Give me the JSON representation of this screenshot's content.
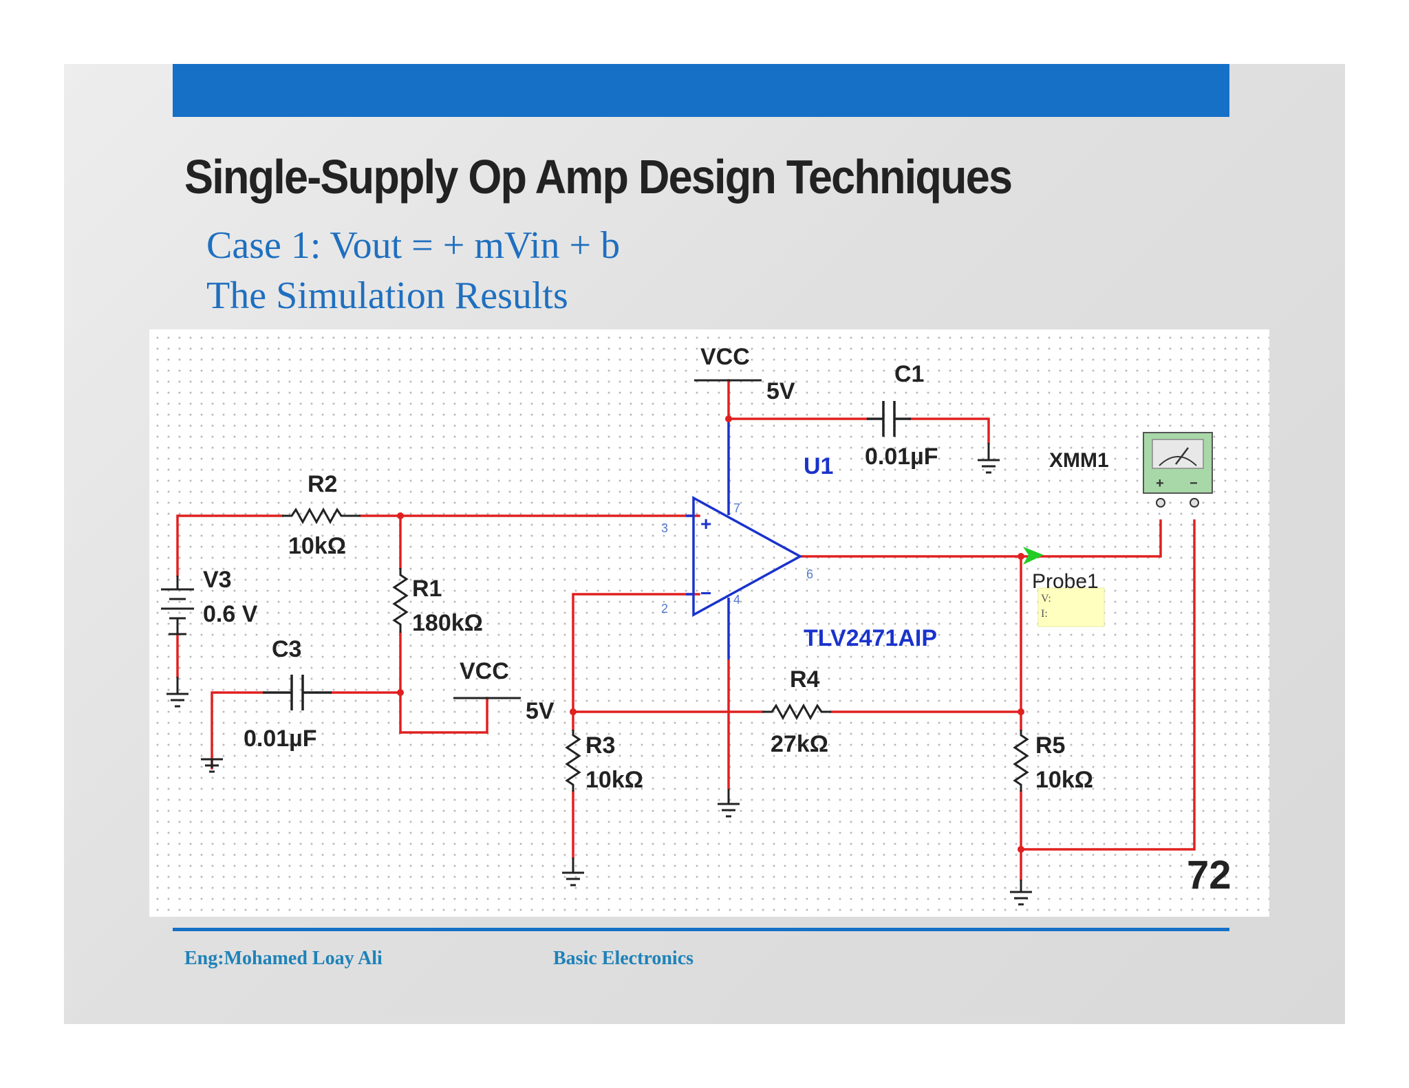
{
  "slide": {
    "title": "Single-Supply Op Amp Design Techniques",
    "subtitle_line1": "Case 1: Vout = + mVin + b",
    "subtitle_line2": "The Simulation Results",
    "page_number": "72"
  },
  "footer": {
    "author": "Eng:Mohamed Loay Ali",
    "course": "Basic Electronics"
  },
  "schematic": {
    "labels": {
      "vcc_top": "VCC",
      "vcc_top_value": "5V",
      "c1_name": "C1",
      "c1_value": "0.01µF",
      "u1_name": "U1",
      "u1_part": "TLV2471AIP",
      "xmm1_name": "XMM1",
      "r2_name": "R2",
      "r2_value": "10kΩ",
      "v3_name": "V3",
      "v3_value": "0.6 V",
      "r1_name": "R1",
      "r1_value": "180kΩ",
      "c3_name": "C3",
      "c3_value": "0.01µF",
      "vcc_bias": "VCC",
      "vcc_bias_value": "5V",
      "r3_name": "R3",
      "r3_value": "10kΩ",
      "r4_name": "R4",
      "r4_value": "27kΩ",
      "r5_name": "R5",
      "r5_value": "10kΩ",
      "probe_name": "Probe1",
      "probe_v": "V:",
      "probe_i": "I:",
      "pin_3": "3",
      "pin_2": "2",
      "pin_7": "7",
      "pin_4": "4",
      "pin_6": "6",
      "opamp_plus": "+",
      "opamp_minus": "−",
      "meter_plus": "+",
      "meter_minus": "−"
    },
    "colors": {
      "wire": "#e02020",
      "opamp": "#1a33cc",
      "component": "#222222",
      "probe_arrow": "#22cc22",
      "probe_box": "#ffffc0",
      "meter_body": "#a8d8a8"
    }
  }
}
